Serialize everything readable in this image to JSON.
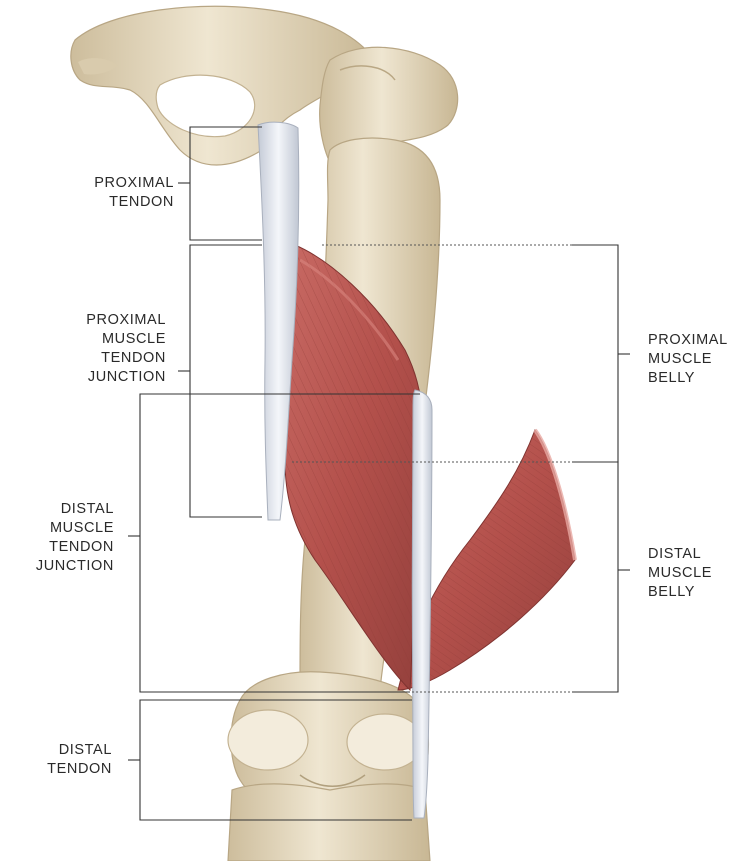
{
  "labels": {
    "proximal_tendon": [
      "PROXIMAL",
      "TENDON"
    ],
    "proximal_mtj": [
      "PROXIMAL",
      "MUSCLE",
      "TENDON",
      "JUNCTION"
    ],
    "distal_mtj": [
      "DISTAL",
      "MUSCLE",
      "TENDON",
      "JUNCTION"
    ],
    "distal_tendon": [
      "DISTAL",
      "TENDON"
    ],
    "proximal_belly": [
      "PROXIMAL",
      "MUSCLE",
      "BELLY"
    ],
    "distal_belly": [
      "DISTAL",
      "MUSCLE",
      "BELLY"
    ]
  },
  "colors": {
    "bone": "#e8dcc2",
    "bone_shadow": "#c9b99a",
    "muscle": "#b85450",
    "muscle_dark": "#8e3a37",
    "muscle_light": "#d88a85",
    "tendon": "#e2e6ee",
    "tendon_shadow": "#b8bfcc",
    "leader_line": "#333333"
  }
}
